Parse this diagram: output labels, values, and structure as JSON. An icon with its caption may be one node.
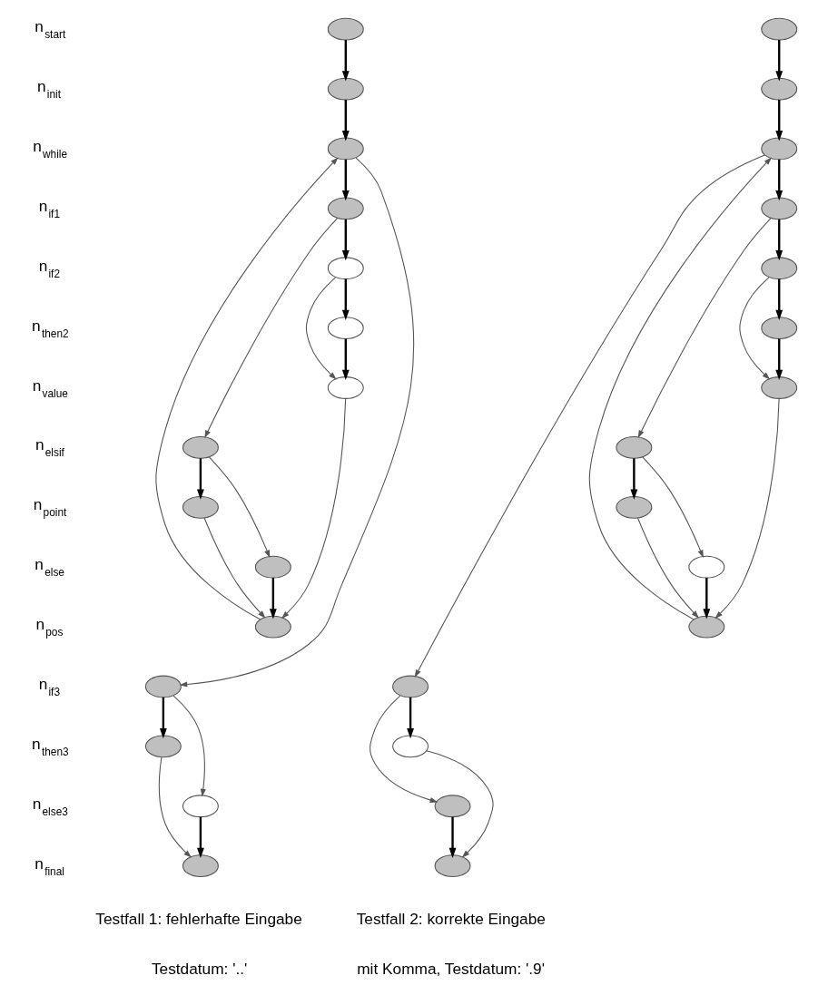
{
  "diagram": {
    "nodes": [
      {
        "text": [],
        "shape": "ellipse"
      },
      {
        "text": [],
        "shape": "ellipse"
      },
      {
        "text": [],
        "shape": "ellipse"
      },
      {
        "text": [],
        "shape": "ellipse"
      },
      {
        "text": [],
        "shape": "ellipse"
      },
      {
        "text": [],
        "shape": "ellipse"
      },
      {
        "text": [],
        "shape": "ellipse"
      },
      {
        "text": [],
        "shape": "ellipse"
      },
      {
        "text": [],
        "shape": "ellipse"
      },
      {
        "text": [],
        "shape": "ellipse"
      },
      {
        "text": [],
        "shape": "ellipse"
      },
      {
        "text": [],
        "shape": "ellipse"
      },
      {
        "text": [],
        "shape": "ellipse"
      },
      {
        "text": [],
        "shape": "ellipse"
      },
      {
        "text": [],
        "shape": "ellipse"
      },
      {
        "text": [],
        "shape": "ellipse"
      },
      {
        "text": [],
        "shape": "ellipse"
      },
      {
        "text": [],
        "shape": "ellipse"
      },
      {
        "text": [],
        "shape": "ellipse"
      },
      {
        "text": [],
        "shape": "ellipse"
      },
      {
        "text": [],
        "shape": "ellipse"
      },
      {
        "text": [],
        "shape": "ellipse"
      },
      {
        "text": [],
        "shape": "ellipse"
      },
      {
        "text": [],
        "shape": "ellipse"
      },
      {
        "text": [],
        "shape": "ellipse"
      },
      {
        "text": [],
        "shape": "ellipse"
      },
      {
        "text": [],
        "shape": "ellipse"
      },
      {
        "text": [],
        "shape": "ellipse"
      },
      {
        "text": [],
        "shape": "ellipse"
      },
      {
        "text": [],
        "shape": "ellipse"
      }
    ],
    "edges": [
      {
        "from": 0,
        "to": 1,
        "arrow": "to"
      },
      {
        "from": 1,
        "to": 2,
        "arrow": "to"
      },
      {
        "from": 2,
        "to": 3,
        "arrow": "to"
      },
      {
        "from": 3,
        "to": 4,
        "arrow": "to"
      },
      {
        "from": 4,
        "to": 5,
        "arrow": "to"
      },
      {
        "from": 5,
        "to": 6,
        "arrow": "to"
      },
      {
        "from": 4,
        "to": 6,
        "arrow": "to",
        "color": "#555555"
      },
      {
        "from": 3,
        "to": 7,
        "arrow": "to",
        "color": "#555555"
      },
      {
        "from": 7,
        "to": 8,
        "arrow": "to"
      },
      {
        "from": 7,
        "to": 9,
        "arrow": "to",
        "color": "#555555"
      },
      {
        "from": 9,
        "to": 10,
        "arrow": "to"
      },
      {
        "from": 8,
        "to": 10,
        "arrow": "to",
        "color": "#555555"
      },
      {
        "from": 6,
        "to": 10,
        "arrow": "to",
        "color": "#555555"
      },
      {
        "from": 10,
        "to": 2,
        "arrow": "to",
        "color": "#555555"
      },
      {
        "from": 2,
        "to": 11,
        "arrow": "to",
        "color": "#555555"
      },
      {
        "from": 11,
        "to": 12,
        "arrow": "to"
      },
      {
        "from": 11,
        "to": 13,
        "arrow": "to",
        "color": "#555555"
      },
      {
        "from": 13,
        "to": 14,
        "arrow": "to"
      },
      {
        "from": 12,
        "to": 14,
        "arrow": "to",
        "color": "#555555"
      },
      {
        "from": 15,
        "to": 16,
        "arrow": "to"
      },
      {
        "from": 16,
        "to": 17,
        "arrow": "to"
      },
      {
        "from": 17,
        "to": 18,
        "arrow": "to"
      },
      {
        "from": 18,
        "to": 19,
        "arrow": "to"
      },
      {
        "from": 19,
        "to": 20,
        "arrow": "to"
      },
      {
        "from": 20,
        "to": 21,
        "arrow": "to"
      },
      {
        "from": 19,
        "to": 21,
        "arrow": "to",
        "color": "#555555"
      },
      {
        "from": 18,
        "to": 22,
        "arrow": "to",
        "color": "#555555"
      },
      {
        "from": 22,
        "to": 23,
        "arrow": "to"
      },
      {
        "from": 22,
        "to": 24,
        "arrow": "to",
        "color": "#555555"
      },
      {
        "from": 24,
        "to": 25,
        "arrow": "to"
      },
      {
        "from": 23,
        "to": 25,
        "arrow": "to",
        "color": "#555555"
      },
      {
        "from": 21,
        "to": 25,
        "arrow": "to",
        "color": "#555555"
      },
      {
        "from": 25,
        "to": 17,
        "arrow": "to",
        "color": "#555555"
      },
      {
        "from": 17,
        "to": 26,
        "arrow": "to",
        "color": "#555555"
      },
      {
        "from": 26,
        "to": 27,
        "arrow": "to"
      },
      {
        "from": 26,
        "to": 28,
        "arrow": "to",
        "color": "#555555"
      },
      {
        "from": 28,
        "to": 29,
        "arrow": "to"
      },
      {
        "from": 27,
        "to": 29,
        "arrow": "to",
        "color": "#555555"
      }
    ],
    "labels": [
      "n$_{start}$",
      "n$_{init}$",
      "n$_{while}$",
      "n$_{if1}$",
      "n$_{if2}$",
      "n$_{then2}$",
      "n$_{value}$",
      "n$_{elsif}$",
      "n$_{point}$",
      "n$_{else}$",
      "n$_{pos}$",
      "n$_{if3}$",
      "n$_{then3}$",
      "n$_{else3}$",
      "n$_{final}$",
      "Testfall 1: fehlerhafte Eingabe",
      "Testdatum: '..'",
      "Testfall 2: korrekte Eingabe",
      "mit Komma, Testdatum: '.9'"
    ]
  }
}
